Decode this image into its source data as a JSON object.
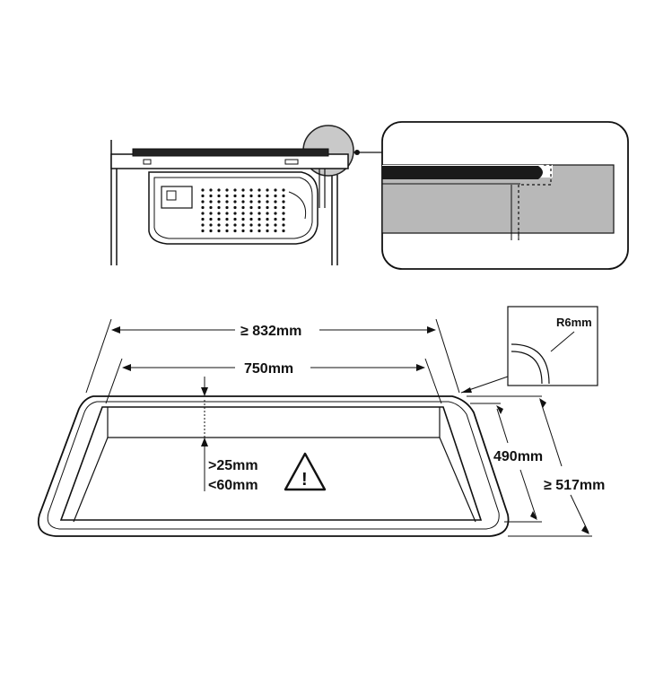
{
  "figure": {
    "type": "hob installation cutout diagram",
    "side_view": {
      "parts": [
        "worktop",
        "hob-glass",
        "hob-body",
        "cabinet-side-panels",
        "detail-callout-circle"
      ]
    },
    "detail_view": {
      "parts": [
        "worktop-section",
        "glass-edge",
        "dashed-cut-line"
      ]
    },
    "cutout": {
      "outer_width_label": "≥ 832mm",
      "inner_width_label": "750mm",
      "inner_depth_label": "490mm",
      "outer_depth_label": "≥ 517mm",
      "corner_radius_label": "R6mm",
      "front_gap_min_label": ">25mm",
      "front_gap_max_label": "<60mm",
      "warning_symbol": "!"
    },
    "icons": {
      "warning": "warning-triangle-icon"
    },
    "colors": {
      "line": "#111111",
      "worktop_grey": "#b8b8b8",
      "circle_grey": "#c9c9c9",
      "background": "#ffffff"
    }
  }
}
